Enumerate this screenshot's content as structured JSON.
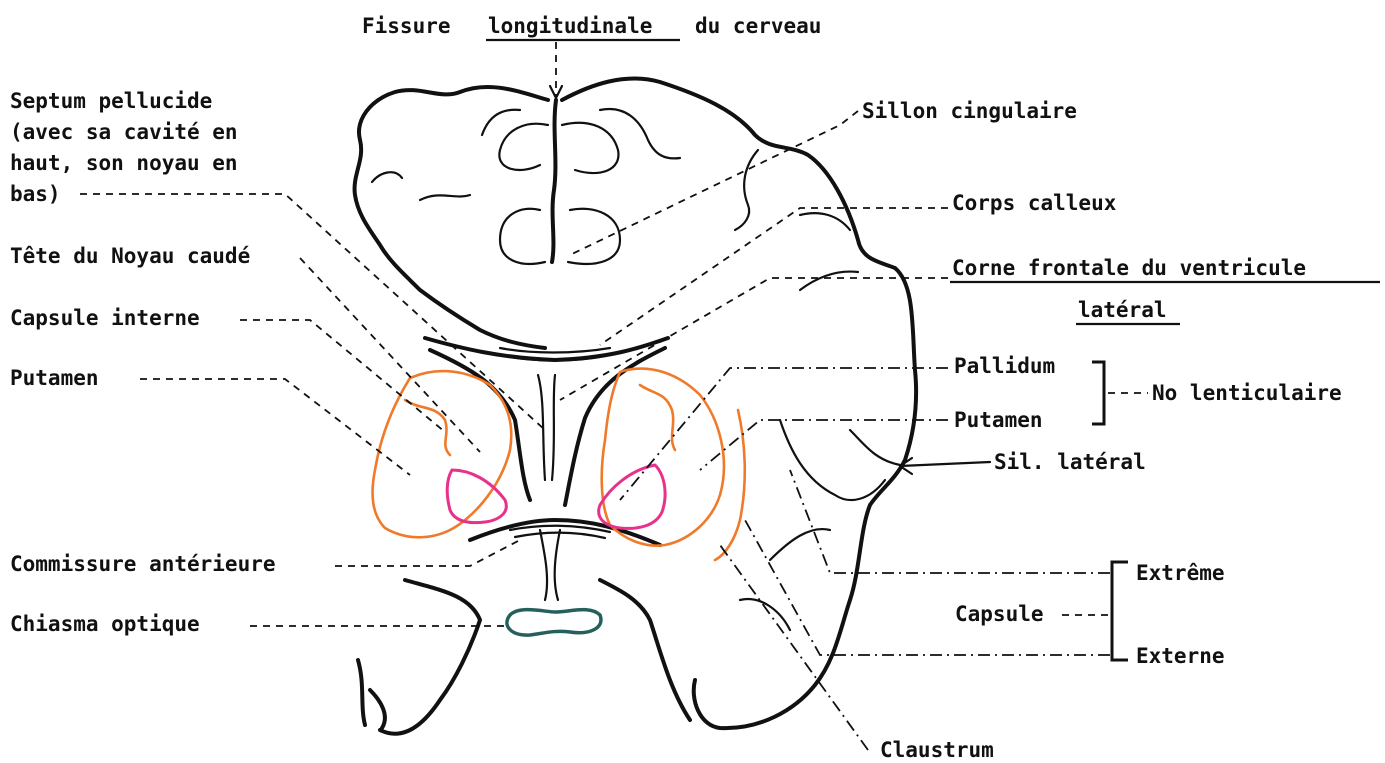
{
  "labels": {
    "fissure_prefix": "Fissure",
    "fissure_underlined": "longitudinale",
    "fissure_suffix": "du cerveau",
    "septum_line1": "Septum pellucide",
    "septum_line2": "(avec sa cavité en",
    "septum_line3": "haut, son noyau en",
    "septum_line4": "bas)",
    "tete_noyau_caude": "Tête du Noyau caudé",
    "capsule_interne": "Capsule interne",
    "putamen_left": "Putamen",
    "commissure_anterieure": "Commissure antérieure",
    "chiasma_optique": "Chiasma optique",
    "sillon_cingulaire": "Sillon cingulaire",
    "corps_calleux": "Corps calleux",
    "corne_line1": "Corne frontale du ventricule",
    "corne_line2": "latéral",
    "pallidum": "Pallidum",
    "putamen_right": "Putamen",
    "no_lenticulaire": "No lenticulaire",
    "sil_lateral": "Sil. latéral",
    "extreme": "Extrême",
    "capsule_right": "Capsule",
    "externe": "Externe",
    "claustrum": "Claustrum"
  },
  "colors": {
    "ink": "#111111",
    "putamen": "#f07a2a",
    "pallidum": "#e8318a",
    "chiasma": "#25605a"
  }
}
